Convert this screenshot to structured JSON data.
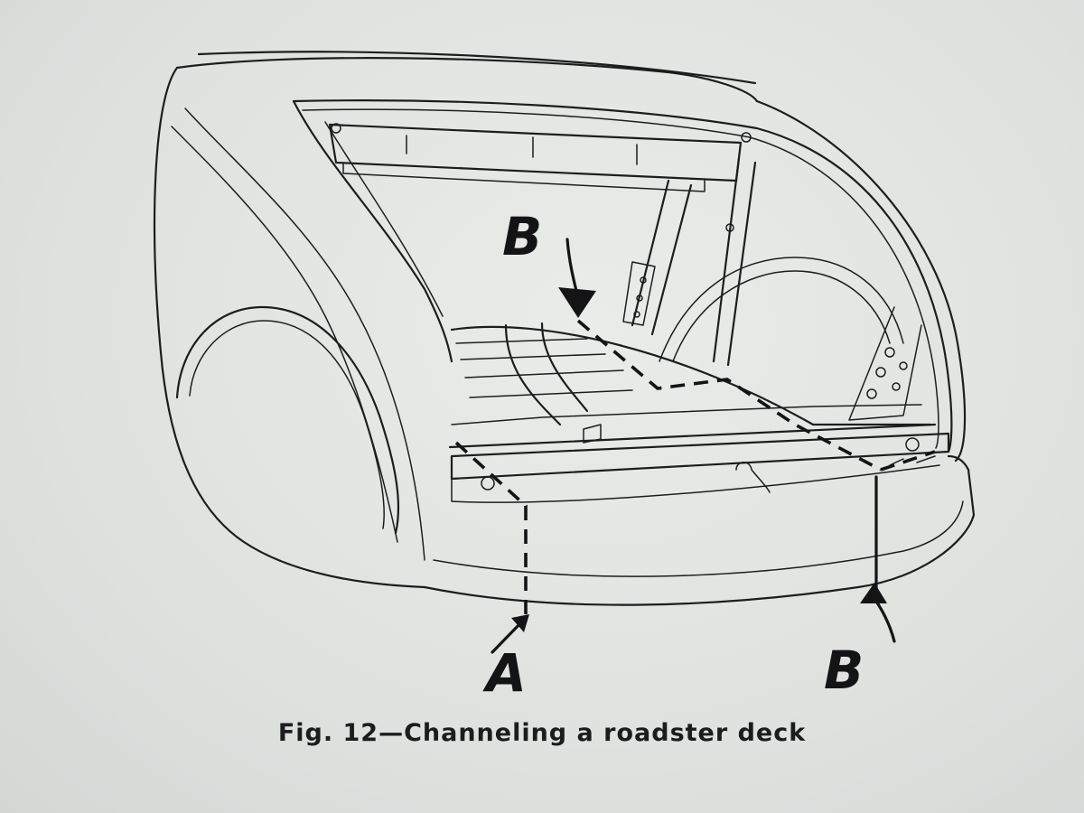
{
  "figure": {
    "caption": "Fig. 12—Channeling a roadster deck",
    "labels": {
      "b_top": "B",
      "a_bottom": "A",
      "b_bottom": "B"
    }
  }
}
